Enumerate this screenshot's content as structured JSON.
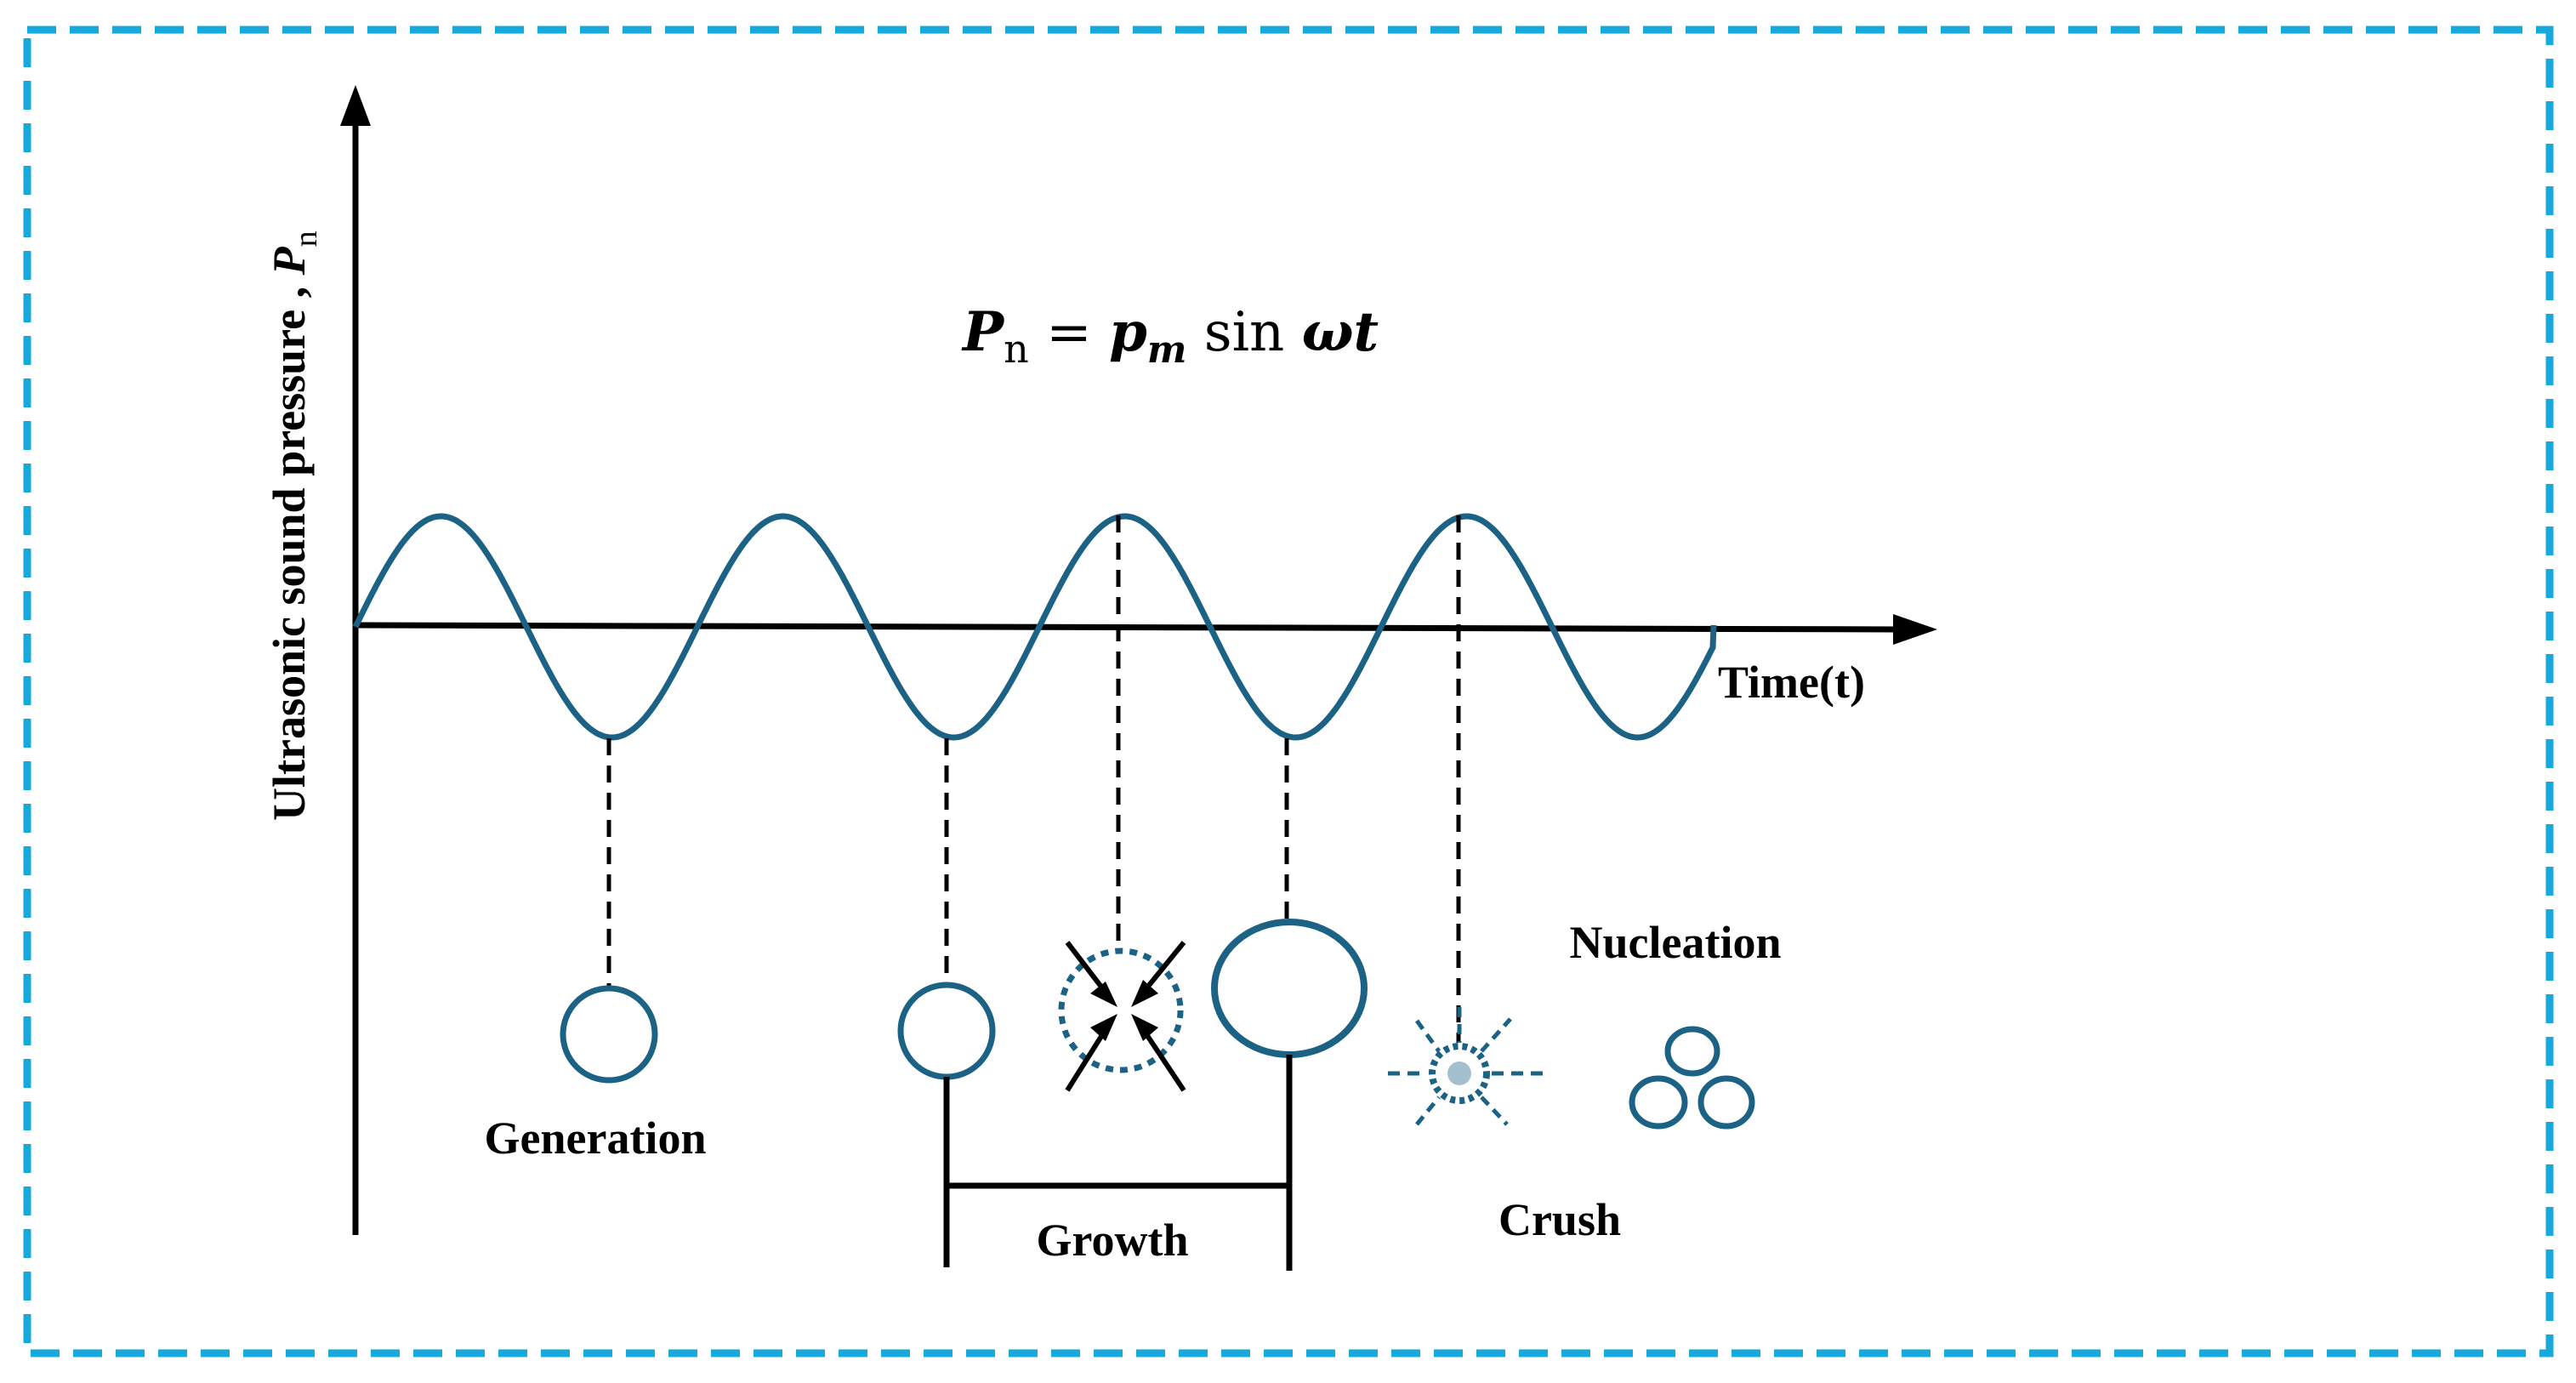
{
  "axis": {
    "y_label": "Ultrasonic sound pressure , ",
    "y_symbol": "P",
    "y_subscript": "n",
    "x_label": "Time(t)"
  },
  "equation": {
    "lhs_symbol": "P",
    "lhs_subscript": "n",
    "equals": " = ",
    "amplitude_symbol": "p",
    "amplitude_subscript": "m",
    "func": " sin ",
    "argument": "ωt"
  },
  "stages": {
    "generation": "Generation",
    "growth": "Growth",
    "nucleation": "Nucleation",
    "crush": "Crush"
  },
  "colors": {
    "frame": "#17a9dc",
    "wave": "#1b6285",
    "axis": "#000000"
  },
  "icons": {
    "frame": "dashed-frame",
    "implosion": "inward-arrows-icon",
    "crush": "burst-icon",
    "nucleation": "bubble-cluster-icon"
  }
}
